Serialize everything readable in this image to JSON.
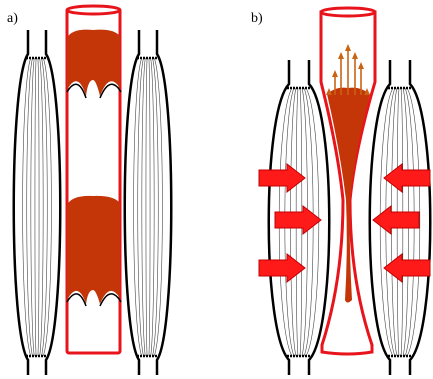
{
  "panels": [
    {
      "label": "a)"
    },
    {
      "label": "b)"
    }
  ],
  "colors": {
    "vein_outline": "#e8141c",
    "blood": "#c43508",
    "arrow": "#ff1a1a",
    "arrow_outline": "#c00000",
    "flow_arrow": "#c86414",
    "muscle_outline": "#000000",
    "muscle_fiber": "#444444"
  },
  "icons": [
    "muscle-shape",
    "vein-tube",
    "blood-bolus",
    "compression-arrow",
    "flow-arrow"
  ]
}
